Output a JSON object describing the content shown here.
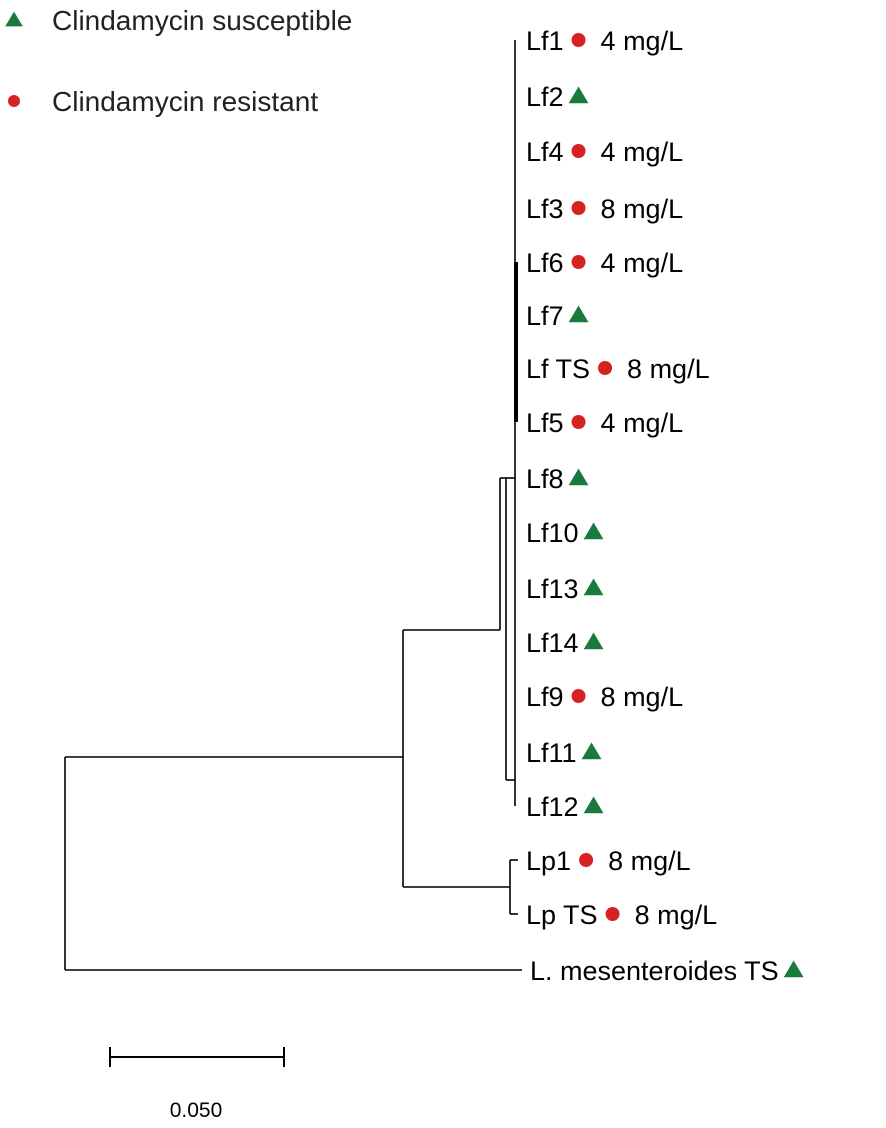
{
  "legend": [
    {
      "marker": "triangle",
      "label": "Clindamycin susceptible"
    },
    {
      "marker": "circle",
      "label": "Clindamycin resistant"
    }
  ],
  "colors": {
    "susceptible": "#1a7a3e",
    "resistant": "#d62222"
  },
  "leaves": [
    {
      "name": "Lf1",
      "marker": "circle",
      "mic": "4 mg/L"
    },
    {
      "name": "Lf2",
      "marker": "triangle",
      "mic": ""
    },
    {
      "name": "Lf4",
      "marker": "circle",
      "mic": "4 mg/L"
    },
    {
      "name": "Lf3",
      "marker": "circle",
      "mic": "8 mg/L"
    },
    {
      "name": "Lf6",
      "marker": "circle",
      "mic": "4 mg/L"
    },
    {
      "name": "Lf7",
      "marker": "triangle",
      "mic": ""
    },
    {
      "name": "Lf TS",
      "marker": "circle",
      "mic": "8 mg/L"
    },
    {
      "name": "Lf5",
      "marker": "circle",
      "mic": "4 mg/L"
    },
    {
      "name": "Lf8",
      "marker": "triangle",
      "mic": ""
    },
    {
      "name": "Lf10",
      "marker": "triangle",
      "mic": ""
    },
    {
      "name": "Lf13",
      "marker": "triangle",
      "mic": ""
    },
    {
      "name": "Lf14",
      "marker": "triangle",
      "mic": ""
    },
    {
      "name": "Lf9",
      "marker": "circle",
      "mic": "8 mg/L"
    },
    {
      "name": "Lf11",
      "marker": "triangle",
      "mic": ""
    },
    {
      "name": "Lf12",
      "marker": "triangle",
      "mic": ""
    },
    {
      "name": "Lp1",
      "marker": "circle",
      "mic": "8 mg/L"
    },
    {
      "name": "Lp TS",
      "marker": "circle",
      "mic": "8 mg/L"
    },
    {
      "name": "L. mesenteroides TS",
      "marker": "triangle",
      "mic": ""
    }
  ],
  "scale_bar": {
    "label": "0.050"
  }
}
